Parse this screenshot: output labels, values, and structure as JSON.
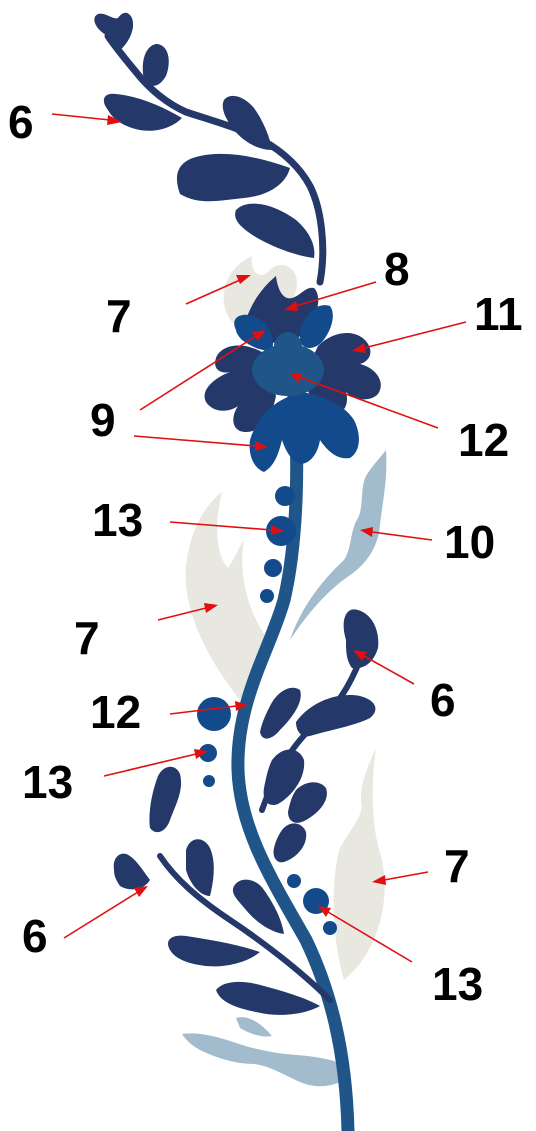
{
  "callouts": [
    {
      "id": "c1",
      "label": "6"
    },
    {
      "id": "c2",
      "label": "7"
    },
    {
      "id": "c3",
      "label": "8"
    },
    {
      "id": "c4",
      "label": "11"
    },
    {
      "id": "c5",
      "label": "9"
    },
    {
      "id": "c6",
      "label": "12"
    },
    {
      "id": "c7",
      "label": "13"
    },
    {
      "id": "c8",
      "label": "10"
    },
    {
      "id": "c9",
      "label": "7"
    },
    {
      "id": "c10",
      "label": "6"
    },
    {
      "id": "c11",
      "label": "12"
    },
    {
      "id": "c12",
      "label": "13"
    },
    {
      "id": "c13",
      "label": "7"
    },
    {
      "id": "c14",
      "label": "6"
    },
    {
      "id": "c15",
      "label": "13"
    }
  ],
  "colors": {
    "navy": "#24386a",
    "royal": "#134a8c",
    "stem": "#1f5589",
    "pale_blue": "#a3bccd",
    "beige": "#e8e7e0",
    "arrow": "#e01010"
  }
}
